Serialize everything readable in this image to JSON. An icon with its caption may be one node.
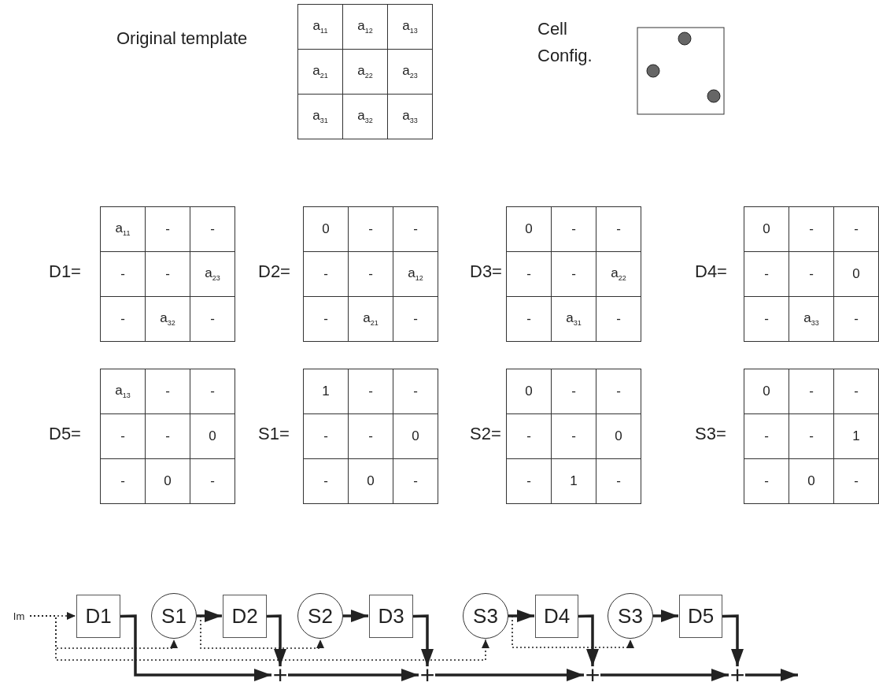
{
  "diagram": {
    "nodes": [
      {
        "text": [
          "Im"
        ]
      },
      {
        "text": [
          "D1"
        ]
      },
      {
        "text": [
          "S1"
        ]
      },
      {
        "text": [
          "D2"
        ]
      },
      {
        "text": [
          "S2"
        ]
      },
      {
        "text": [
          "D3"
        ]
      },
      {
        "text": [
          "S3"
        ]
      },
      {
        "text": [
          "D4"
        ]
      },
      {
        "text": [
          "S3"
        ]
      },
      {
        "text": [
          "D5"
        ]
      },
      {
        "text": [
          "+"
        ]
      },
      {
        "text": [
          "+"
        ]
      },
      {
        "text": [
          "+"
        ]
      },
      {
        "text": [
          "+"
        ]
      }
    ],
    "edges": [
      {
        "from": 0,
        "to": 1,
        "arrow": "to",
        "style": "dashed"
      },
      {
        "from": 0,
        "to": 2,
        "arrow": "to",
        "style": "dashed"
      },
      {
        "from": 0,
        "to": 6,
        "arrow": "to",
        "style": "dashed"
      },
      {
        "from": 1,
        "to": 10,
        "arrow": "to"
      },
      {
        "from": 2,
        "to": 3,
        "arrow": "to"
      },
      {
        "from": 2,
        "to": 4,
        "arrow": "to",
        "style": "dashed"
      },
      {
        "from": 3,
        "to": 10,
        "arrow": "to"
      },
      {
        "from": 4,
        "to": 5,
        "arrow": "to"
      },
      {
        "from": 5,
        "to": 11,
        "arrow": "to"
      },
      {
        "from": 10,
        "to": 11,
        "arrow": "to"
      },
      {
        "from": 6,
        "to": 7,
        "arrow": "to"
      },
      {
        "from": 6,
        "to": 8,
        "arrow": "to",
        "style": "dashed"
      },
      {
        "from": 7,
        "to": 12,
        "arrow": "to"
      },
      {
        "from": 11,
        "to": 12,
        "arrow": "to"
      },
      {
        "from": 8,
        "to": 9,
        "arrow": "to"
      },
      {
        "from": 9,
        "to": 13,
        "arrow": "to"
      },
      {
        "from": 12,
        "to": 13,
        "arrow": "to"
      },
      {
        "from": 13,
        "to": null,
        "arrow": "to"
      }
    ],
    "labels": [
      "Original template",
      "a$_{11}$",
      "a$_{12}$",
      "a$_{13}$",
      "a$_{21}$",
      "a$_{22}$",
      "a$_{23}$",
      "a$_{31}$",
      "a$_{32}$",
      "a$_{33}$",
      "Cell Config.",
      "D1=",
      "a$_{11}$",
      "-",
      "-",
      "-",
      "-",
      "a$_{23}$",
      "-",
      "a$_{32}$",
      "-",
      "D2=",
      "0",
      "-",
      "-",
      "-",
      "-",
      "a$_{12}$",
      "-",
      "a$_{21}$",
      "-",
      "D3=",
      "0",
      "-",
      "-",
      "-",
      "-",
      "a$_{22}$",
      "-",
      "a$_{31}$",
      "-",
      "D4=",
      "0",
      "-",
      "-",
      "-",
      "-",
      "0",
      "-",
      "a$_{33}$",
      "-",
      "D5=",
      "a$_{13}$",
      "-",
      "-",
      "-",
      "-",
      "0",
      "-",
      "0",
      "-",
      "S1=",
      "1",
      "-",
      "-",
      "-",
      "-",
      "0",
      "-",
      "0",
      "-",
      "S2=",
      "0",
      "-",
      "-",
      "-",
      "-",
      "0",
      "-",
      "1",
      "-",
      "S3=",
      "0",
      "-",
      "-",
      "-",
      "-",
      "1",
      "-",
      "0",
      "-"
    ]
  }
}
